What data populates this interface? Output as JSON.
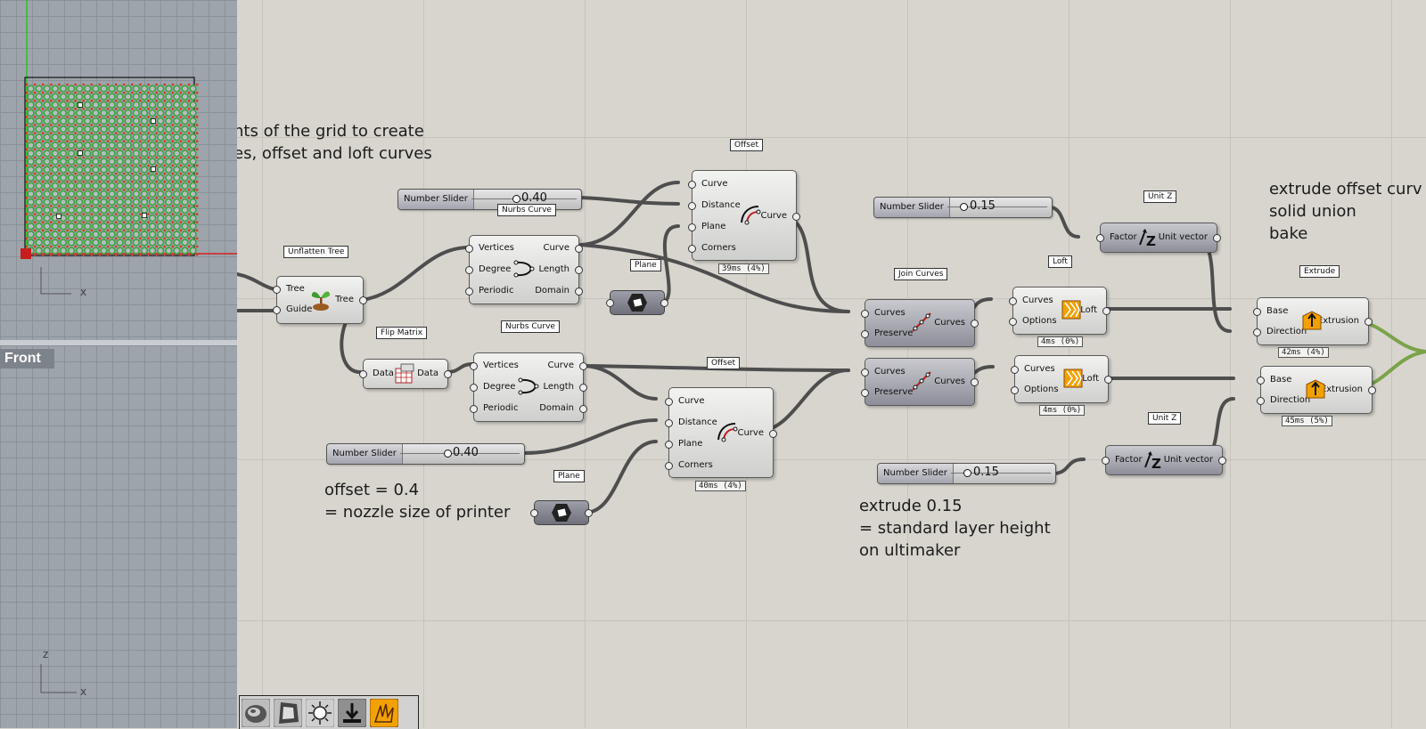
{
  "viewports": {
    "front_label": "Front",
    "top_axis_x": "x",
    "front_axis_x": "x",
    "front_axis_z": "z"
  },
  "notes": {
    "intro_line1": "nts of the grid to create",
    "intro_line2": "es, offset and loft curves",
    "offset_note_line1": "offset = 0.4",
    "offset_note_line2": "= nozzle size of printer",
    "extrude_note_line1": "extrude 0.15",
    "extrude_note_line2": "= standard layer height",
    "extrude_note_line3": "on ultimaker",
    "right_note_line1": "extrude offset curv",
    "right_note_line2": "solid union",
    "right_note_line3": "bake"
  },
  "sliders": {
    "offset_top": {
      "name": "Number Slider",
      "value": "0.40"
    },
    "offset_bottom": {
      "name": "Number Slider",
      "value": "0.40"
    },
    "extrude_top": {
      "name": "Number Slider",
      "value": "0.15"
    },
    "extrude_bottom": {
      "name": "Number Slider",
      "value": "0.15"
    }
  },
  "components": {
    "unflatten": {
      "title": "Unflatten Tree",
      "in1": "Tree",
      "in2": "Guide",
      "out1": "Tree"
    },
    "flip": {
      "title": "Flip Matrix",
      "in1": "Data",
      "out1": "Data"
    },
    "nurbs_top": {
      "title": "Nurbs Curve",
      "in1": "Vertices",
      "in2": "Degree",
      "in3": "Periodic",
      "out1": "Curve",
      "out2": "Length",
      "out3": "Domain"
    },
    "nurbs_bottom": {
      "title": "Nurbs Curve",
      "in1": "Vertices",
      "in2": "Degree",
      "in3": "Periodic",
      "out1": "Curve",
      "out2": "Length",
      "out3": "Domain"
    },
    "offset_top": {
      "title": "Offset",
      "in1": "Curve",
      "in2": "Distance",
      "in3": "Plane",
      "in4": "Corners",
      "out1": "Curve",
      "timing": "39ms (4%)"
    },
    "offset_bottom": {
      "title": "Offset",
      "in1": "Curve",
      "in2": "Distance",
      "in3": "Plane",
      "in4": "Corners",
      "out1": "Curve",
      "timing": "40ms (4%)"
    },
    "plane_top": {
      "title": "Plane"
    },
    "plane_bottom": {
      "title": "Plane"
    },
    "join_top": {
      "title": "Join Curves",
      "in1": "Curves",
      "in2": "Preserve",
      "out1": "Curves"
    },
    "join_bottom": {
      "in1": "Curves",
      "in2": "Preserve",
      "out1": "Curves"
    },
    "loft_top": {
      "title": "Loft",
      "in1": "Curves",
      "in2": "Options",
      "out1": "Loft",
      "timing": "4ms (0%)"
    },
    "loft_bottom": {
      "in1": "Curves",
      "in2": "Options",
      "out1": "Loft",
      "timing": "4ms (0%)"
    },
    "unitz_top": {
      "title": "Unit Z",
      "in1": "Factor",
      "out1": "Unit vector"
    },
    "unitz_bottom": {
      "title": "Unit Z",
      "in1": "Factor",
      "out1": "Unit vector"
    },
    "extrude_top": {
      "title": "Extrude",
      "in1": "Base",
      "in2": "Direction",
      "out1": "Extrusion",
      "timing": "42ms (4%)"
    },
    "extrude_bottom": {
      "in1": "Base",
      "in2": "Direction",
      "out1": "Extrusion",
      "timing": "45ms (5%)"
    }
  },
  "colors": {
    "canvas": "#d8d5ce",
    "wire": "#4e4e4e",
    "viewport": "#9ea4ac",
    "mesh_green": "#3aa53a",
    "mesh_red": "#d23a2a"
  },
  "toolbar": {
    "icons": [
      "sphere-preview-icon",
      "mesh-preview-icon",
      "sun-icon",
      "bake-icon",
      "flame-icon"
    ]
  }
}
